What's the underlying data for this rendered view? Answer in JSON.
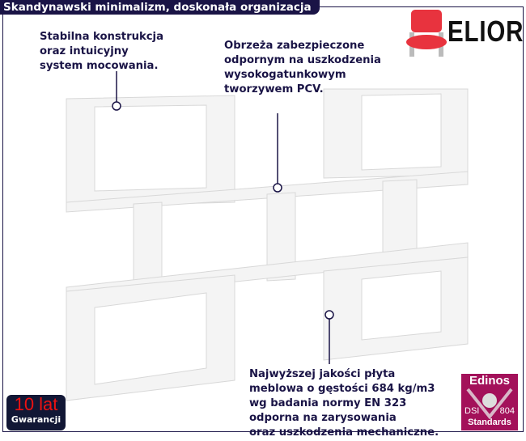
{
  "header": {
    "title": "Skandynawski minimalizm, doskonała organizacja"
  },
  "brand": {
    "name": "ELIOR",
    "icon": "chair-icon"
  },
  "callouts": [
    {
      "text": "Stabilna konstrukcja\noraz intuicyjny\nsystem mocowania."
    },
    {
      "text": "Obrzeża zabezpieczone\nodpornym na uszkodzenia\nwysokogatunkowym\ntworzywem PCV."
    },
    {
      "text": "Najwyższej jakości płyta\nmeblowa o gęstości 684 kg/m3\nwg badania normy EN 323\nodporna na zarysowania\noraz uszkodzenia mechaniczne."
    }
  ],
  "warranty": {
    "years": "10 lat",
    "label": "Gwarancji"
  },
  "certificate": {
    "name": "Edinos",
    "left": "DSI",
    "right": "804",
    "bottom": "Standards"
  },
  "colors": {
    "navy": "#1a1446",
    "edinos": "#a3115a"
  }
}
